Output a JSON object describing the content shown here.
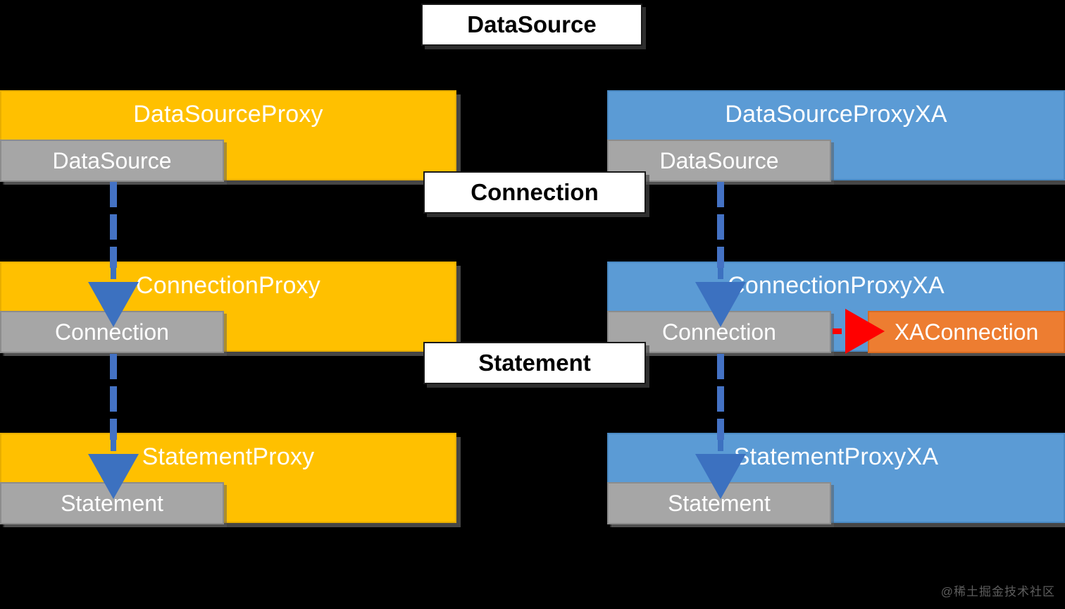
{
  "diagram": {
    "title": "DataSource",
    "background_color": "#000000",
    "palette": {
      "yellow": "#FFC000",
      "blue": "#5B9BD5",
      "gray": "#A6A6A6",
      "orange": "#ED7D31",
      "white": "#FFFFFF",
      "arrow_blue": "#4472C4",
      "arrow_red": "#FF0000"
    },
    "interfaces": [
      {
        "label": "DataSource"
      },
      {
        "label": "Connection"
      },
      {
        "label": "Statement"
      }
    ],
    "left_column": [
      {
        "title": "DataSourceProxy",
        "member": "DataSource",
        "color": "#FFC000"
      },
      {
        "title": "ConnectionProxy",
        "member": "Connection",
        "color": "#FFC000"
      },
      {
        "title": "StatementProxy",
        "member": "Statement",
        "color": "#FFC000"
      }
    ],
    "right_column": [
      {
        "title": "DataSourceProxyXA",
        "member": "DataSource",
        "color": "#5B9BD5"
      },
      {
        "title": "ConnectionProxyXA",
        "member": "Connection",
        "color": "#5B9BD5",
        "extra": "XAConnection"
      },
      {
        "title": "StatementProxyXA",
        "member": "Statement",
        "color": "#5B9BD5"
      }
    ],
    "xa_connection": {
      "label": "XAConnection",
      "arrow_style": "dashed",
      "arrow_color": "#FF0000"
    },
    "watermark": "@稀土掘金技术社区"
  }
}
